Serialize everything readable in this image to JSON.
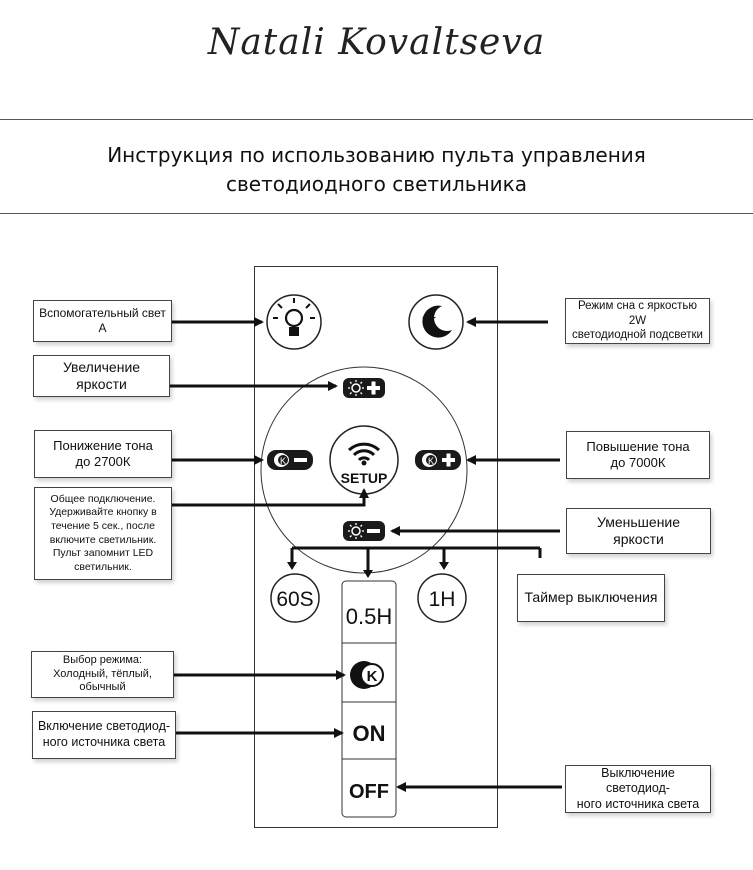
{
  "brand": "Natali Kovaltseva",
  "title": {
    "line1": "Инструкция по использованию пульта управления",
    "line2": "светодиодного светильника"
  },
  "labels": {
    "aux_light": "Вспомогательный свет А",
    "sleep_mode_line1": "Режим сна с яркостью 2W",
    "sleep_mode_line2": "светодиодной подсветки",
    "brightness_up": "Увеличение яркости",
    "tone_down_line1": "Понижение тона",
    "tone_down_line2": "до 2700К",
    "tone_up_line1": "Повышение тона",
    "tone_up_line2": "до 7000К",
    "pairing_line1": "Общее подключение.",
    "pairing_line2": "Удерживайте кнопку в",
    "pairing_line3": "течение 5 сек., после",
    "pairing_line4": "включите светильник.",
    "pairing_line5": "Пульт запомнит LED",
    "pairing_line6": "светильник.",
    "brightness_down": "Уменьшение яркости",
    "off_timer": "Таймер выключения",
    "mode_select_line1": "Выбор режима:",
    "mode_select_line2": "Холодный, тёплый, обычный",
    "led_on_line1": "Включение светодиод-",
    "led_on_line2": "ного источника света",
    "led_off_line1": "Выключение светодиод-",
    "led_off_line2": "ного источника света"
  },
  "buttons": {
    "setup": "SETUP",
    "timer_60s": "60S",
    "timer_1h": "1H",
    "timer_05h": "0.5H",
    "on": "ON",
    "off": "OFF",
    "k_letter": "K"
  },
  "colors": {
    "line": "#111111",
    "button_fill": "#1a1a1a",
    "border": "#444444"
  }
}
